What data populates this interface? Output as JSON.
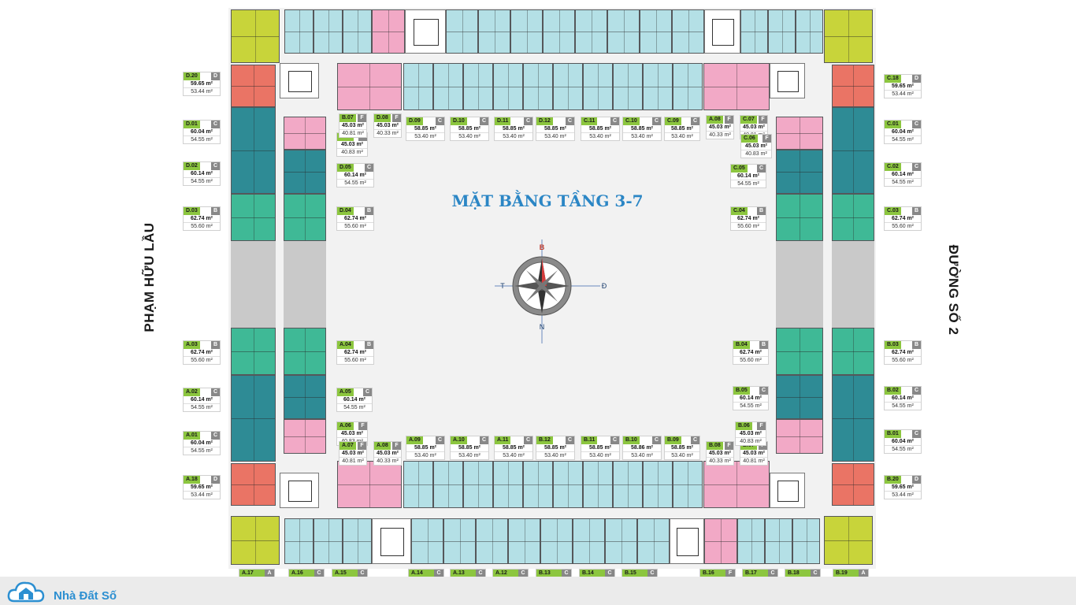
{
  "title": "MẶT BẰNG TẦNG 3-7",
  "roads": {
    "left": "PHẠM HỮU LẦU",
    "right": "ĐƯỜNG SỐ 2"
  },
  "compass": {
    "north_top": "B",
    "east": "Đ",
    "west": "T",
    "south": "N"
  },
  "brand": {
    "name": "Nhà Đất Số",
    "icon": "house-cloud-icon"
  },
  "colors": {
    "type_A": "#c8d43a",
    "type_B": "#3fb996",
    "type_C": "#b4e0e6",
    "type_C_dark": "#2e8b95",
    "type_D": "#ea7465",
    "type_F": "#f2a9c6",
    "title": "#2b86c5",
    "code_tag": "#8cc63f"
  },
  "units": [
    {
      "code": "D.20",
      "type": "D",
      "area1": "59.65 m²",
      "area2": "53.44 m²"
    },
    {
      "code": "D.01",
      "type": "C",
      "area1": "60.04 m²",
      "area2": "54.55 m²"
    },
    {
      "code": "D.02",
      "type": "C",
      "area1": "60.14 m²",
      "area2": "54.55 m²"
    },
    {
      "code": "D.03",
      "type": "B",
      "area1": "62.74 m²",
      "area2": "55.60 m²"
    },
    {
      "code": "D.05",
      "type": "C",
      "area1": "60.14 m²",
      "area2": "54.55 m²"
    },
    {
      "code": "D.04",
      "type": "B",
      "area1": "62.74 m²",
      "area2": "55.60 m²"
    },
    {
      "code": "D.06",
      "type": "F",
      "area1": "45.03 m²",
      "area2": "40.83 m²"
    },
    {
      "code": "B.07",
      "type": "F",
      "area1": "45.03 m²",
      "area2": "40.81 m²"
    },
    {
      "code": "D.08",
      "type": "F",
      "area1": "45.03 m²",
      "area2": "40.33 m²"
    },
    {
      "code": "D.09",
      "type": "C",
      "area1": "58.85 m²",
      "area2": "53.40 m²"
    },
    {
      "code": "D.10",
      "type": "C",
      "area1": "58.85 m²",
      "area2": "53.40 m²"
    },
    {
      "code": "D.11",
      "type": "C",
      "area1": "58.85 m²",
      "area2": "53.40 m²"
    },
    {
      "code": "D.12",
      "type": "C",
      "area1": "58.85 m²",
      "area2": "53.40 m²"
    },
    {
      "code": "C.11",
      "type": "C",
      "area1": "58.85 m²",
      "area2": "53.40 m²"
    },
    {
      "code": "C.10",
      "type": "C",
      "area1": "58.85 m²",
      "area2": "53.40 m²"
    },
    {
      "code": "C.09",
      "type": "C",
      "area1": "58.85 m²",
      "area2": "53.40 m²"
    },
    {
      "code": "A.08",
      "type": "F",
      "area1": "45.03 m²",
      "area2": "40.33 m²"
    },
    {
      "code": "C.07",
      "type": "F",
      "area1": "45.03 m²",
      "area2": "40.81 m²"
    },
    {
      "code": "C.06",
      "type": "F",
      "area1": "45.03 m²",
      "area2": "40.83 m²"
    },
    {
      "code": "C.18",
      "type": "D",
      "area1": "59.65 m²",
      "area2": "53.44 m²"
    },
    {
      "code": "C.01",
      "type": "C",
      "area1": "60.04 m²",
      "area2": "54.55 m²"
    },
    {
      "code": "C.02",
      "type": "C",
      "area1": "60.14 m²",
      "area2": "54.55 m²"
    },
    {
      "code": "C.03",
      "type": "B",
      "area1": "62.74 m²",
      "area2": "55.60 m²"
    },
    {
      "code": "C.05",
      "type": "C",
      "area1": "60.14 m²",
      "area2": "54.55 m²"
    },
    {
      "code": "C.04",
      "type": "B",
      "area1": "62.74 m²",
      "area2": "55.60 m²"
    },
    {
      "code": "A.03",
      "type": "B",
      "area1": "62.74 m²",
      "area2": "55.60 m²"
    },
    {
      "code": "A.02",
      "type": "C",
      "area1": "60.14 m²",
      "area2": "54.55 m²"
    },
    {
      "code": "A.01",
      "type": "C",
      "area1": "60.04 m²",
      "area2": "54.55 m²"
    },
    {
      "code": "A.18",
      "type": "D",
      "area1": "59.65 m²",
      "area2": "53.44 m²"
    },
    {
      "code": "A.04",
      "type": "B",
      "area1": "62.74 m²",
      "area2": "55.60 m²"
    },
    {
      "code": "A.05",
      "type": "C",
      "area1": "60.14 m²",
      "area2": "54.55 m²"
    },
    {
      "code": "A.06",
      "type": "F",
      "area1": "45.03 m²",
      "area2": "40.83 m²"
    },
    {
      "code": "A.07",
      "type": "F",
      "area1": "45.03 m²",
      "area2": "40.81 m²"
    },
    {
      "code": "A.08",
      "type": "F",
      "area1": "45.03 m²",
      "area2": "40.33 m²"
    },
    {
      "code": "A.09",
      "type": "C",
      "area1": "58.85 m²",
      "area2": "53.40 m²"
    },
    {
      "code": "A.10",
      "type": "C",
      "area1": "58.85 m²",
      "area2": "53.40 m²"
    },
    {
      "code": "A.11",
      "type": "C",
      "area1": "58.85 m²",
      "area2": "53.40 m²"
    },
    {
      "code": "B.12",
      "type": "C",
      "area1": "58.85 m²",
      "area2": "53.40 m²"
    },
    {
      "code": "B.11",
      "type": "C",
      "area1": "58.85 m²",
      "area2": "53.40 m²"
    },
    {
      "code": "B.10",
      "type": "C",
      "area1": "58.86 m²",
      "area2": "53.40 m²"
    },
    {
      "code": "B.09",
      "type": "C",
      "area1": "58.85 m²",
      "area2": "53.40 m²"
    },
    {
      "code": "B.08",
      "type": "F",
      "area1": "45.03 m²",
      "area2": "40.33 m²"
    },
    {
      "code": "B.07",
      "type": "F",
      "area1": "45.03 m²",
      "area2": "40.81 m²"
    },
    {
      "code": "B.06",
      "type": "F",
      "area1": "45.03 m²",
      "area2": "40.83 m²"
    },
    {
      "code": "B.04",
      "type": "B",
      "area1": "62.74 m²",
      "area2": "55.60 m²"
    },
    {
      "code": "B.05",
      "type": "C",
      "area1": "60.14 m²",
      "area2": "54.55 m²"
    },
    {
      "code": "B.03",
      "type": "B",
      "area1": "62.74 m²",
      "area2": "55.60 m²"
    },
    {
      "code": "B.02",
      "type": "C",
      "area1": "60.14 m²",
      "area2": "54.55 m²"
    },
    {
      "code": "B.01",
      "type": "C",
      "area1": "60.04 m²",
      "area2": "54.55 m²"
    },
    {
      "code": "B.20",
      "type": "D",
      "area1": "59.65 m²",
      "area2": "53.44 m²"
    }
  ],
  "bottom_units": [
    {
      "code": "A.17",
      "type": "A"
    },
    {
      "code": "A.16",
      "type": "C"
    },
    {
      "code": "A.15",
      "type": "C"
    },
    {
      "code": "A.14",
      "type": "C"
    },
    {
      "code": "A.13",
      "type": "C"
    },
    {
      "code": "A.12",
      "type": "C"
    },
    {
      "code": "B.13",
      "type": "C"
    },
    {
      "code": "B.14",
      "type": "C"
    },
    {
      "code": "B.15",
      "type": "C"
    },
    {
      "code": "B.16",
      "type": "F"
    },
    {
      "code": "B.17",
      "type": "C"
    },
    {
      "code": "B.18",
      "type": "C"
    },
    {
      "code": "B.19",
      "type": "A"
    }
  ]
}
